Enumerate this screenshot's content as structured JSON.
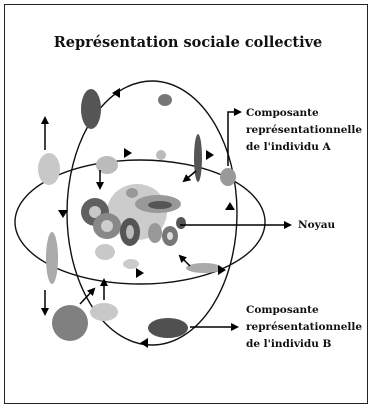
{
  "diagram": {
    "title": "Représentation sociale collective",
    "labels": {
      "component_a": [
        "Composante",
        "représentationnelle",
        "de l'individu A"
      ],
      "nucleus": "Noyau",
      "component_b": [
        "Composante",
        "représentationnelle",
        "de l'individu B"
      ]
    }
  }
}
